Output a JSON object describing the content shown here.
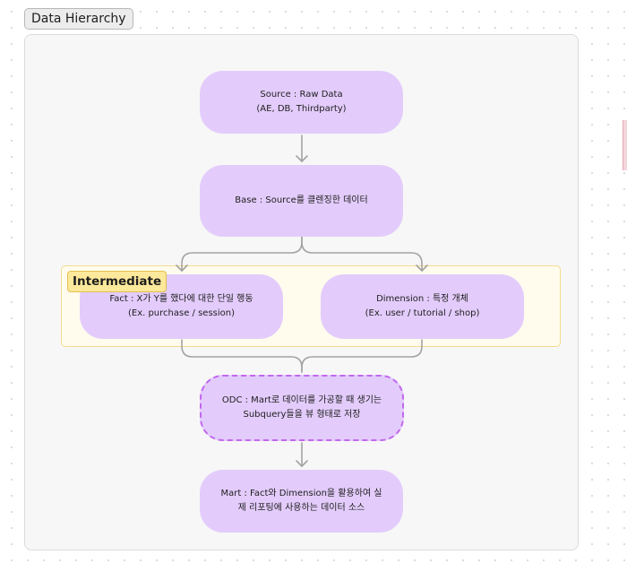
{
  "frame": {
    "title": "Data Hierarchy"
  },
  "section": {
    "label": "Intermediate"
  },
  "nodes": {
    "source": "Source : Raw Data\n(AE, DB, Thirdparty)",
    "base": "Base : Source를 클렌징한 데이터",
    "fact": "Fact : X가 Y를 했다에 대한 단일 행동\n(Ex. purchase / session)",
    "dimension": "Dimension : 특정 개체\n(Ex. user / tutorial / shop)",
    "odc": "ODC : Mart로 데이터를 가공할 때 생기는\nSubquery들을 뷰 형태로 저장",
    "mart": "Mart : Fact와 Dimension을 활용하여 실\n제 리포팅에 사용하는 데이터 소스"
  },
  "colors": {
    "node_fill": "#e3ccfb",
    "odc_border": "#c168ee",
    "connector": "#a3a3a3",
    "section_fill": "#fffcee",
    "section_border": "#f3dc8e",
    "section_label_fill": "#fde99b"
  }
}
